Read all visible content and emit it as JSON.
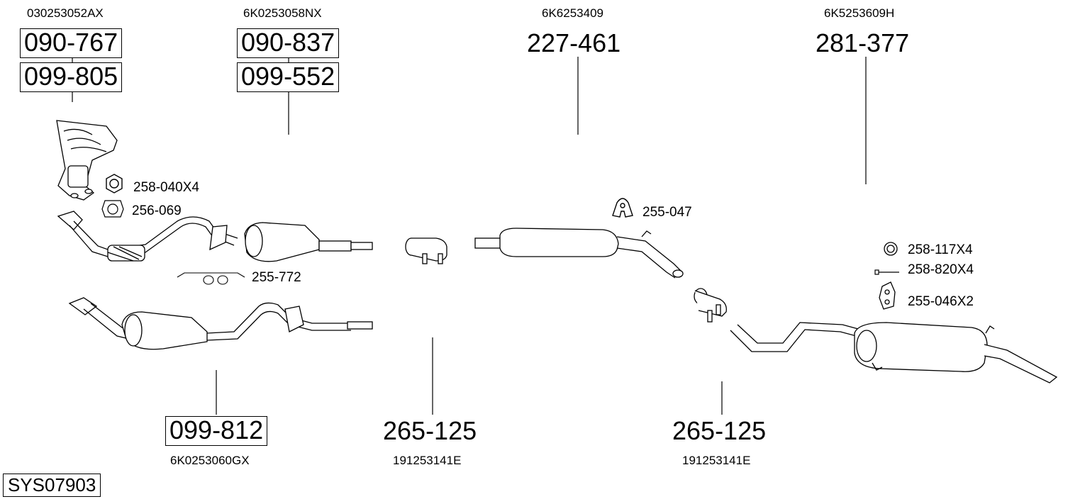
{
  "diagram_id": "SYS07903",
  "parts": {
    "manifold": {
      "oem": "030253052AX",
      "numbers": [
        "090-767",
        "099-805"
      ]
    },
    "front_pipe_a": {
      "oem": "6K0253058NX",
      "numbers": [
        "090-837",
        "099-552"
      ]
    },
    "front_pipe_b": {
      "oem": "6K0253060GX",
      "numbers": [
        "099-812"
      ]
    },
    "middle_silencer": {
      "oem": "6K6253409",
      "numbers": [
        "227-461"
      ]
    },
    "rear_silencer": {
      "oem": "6K5253609H",
      "numbers": [
        "281-377"
      ]
    },
    "clamp_1": {
      "oem": "191253141E",
      "numbers": [
        "265-125"
      ]
    },
    "clamp_2": {
      "oem": "191253141E",
      "numbers": [
        "265-125"
      ]
    }
  },
  "accessories": {
    "nut": "258-040X4",
    "gasket": "256-069",
    "bracket": "255-772",
    "rubber_mount_middle": "255-047",
    "ring": "258-117X4",
    "bolt": "258-820X4",
    "rubber_mount_rear": "255-046X2"
  }
}
